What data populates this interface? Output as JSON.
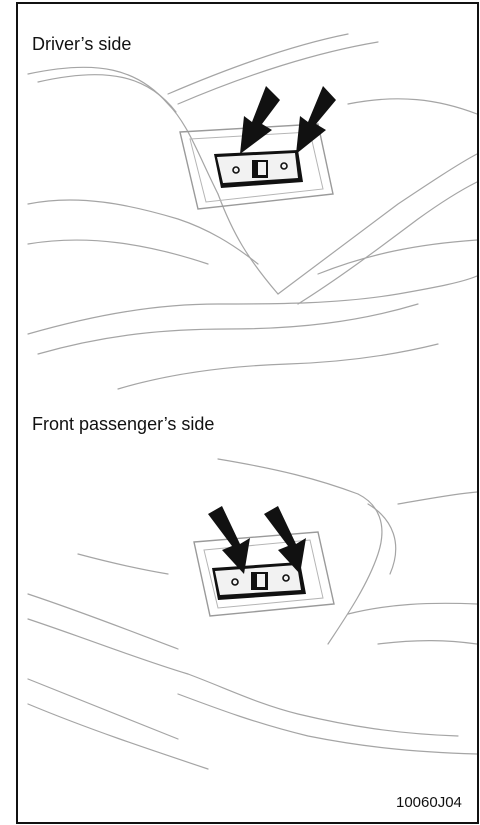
{
  "panels": [
    {
      "label": "Driver’s side"
    },
    {
      "label": "Front passenger’s side"
    }
  ],
  "figure_code": "10060J04",
  "colors": {
    "line": "#9a9a9a",
    "dark": "#111111",
    "switch_face": "#f2f2f2"
  }
}
